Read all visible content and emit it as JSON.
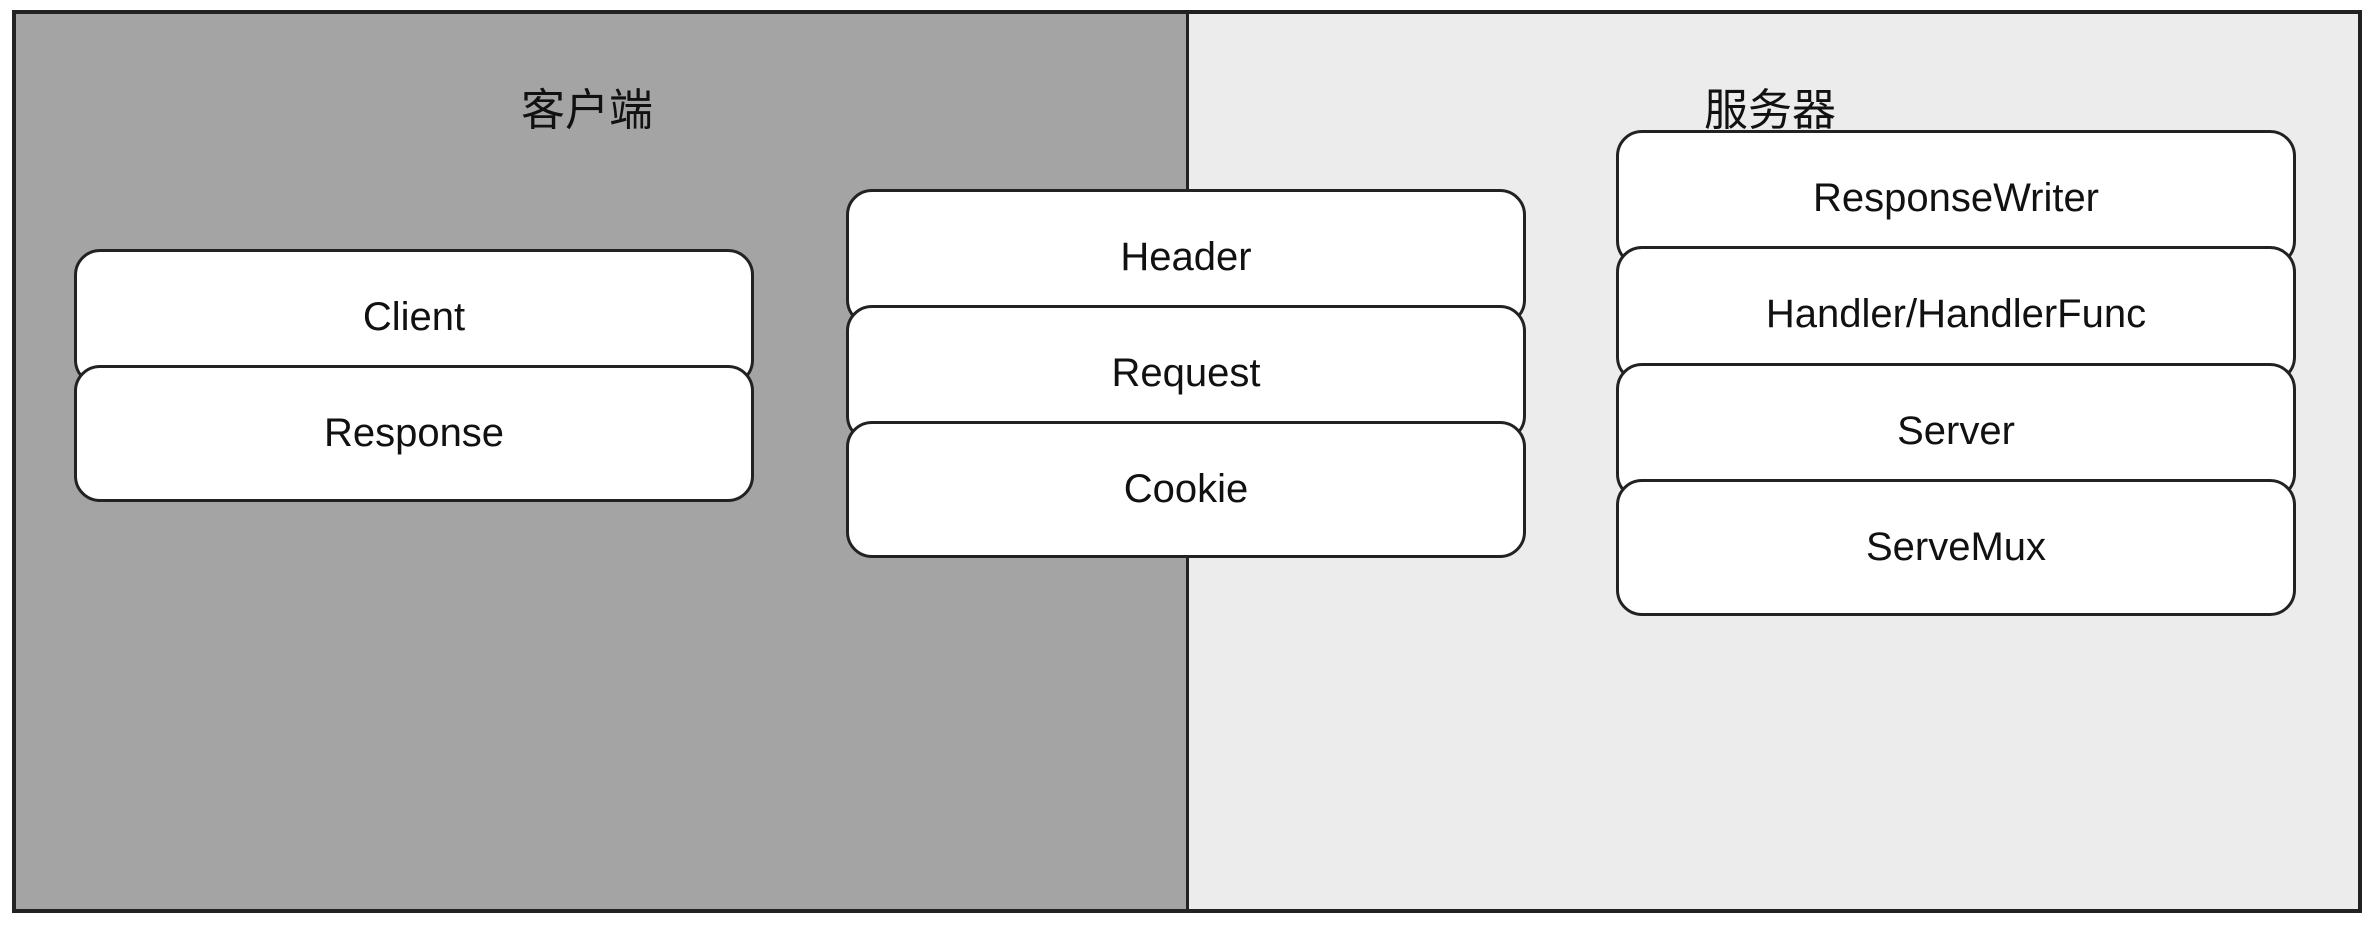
{
  "client": {
    "title": "客户端",
    "items": [
      "Client",
      "Response"
    ]
  },
  "shared": {
    "items": [
      "Header",
      "Request",
      "Cookie"
    ]
  },
  "server": {
    "title": "服务器",
    "items": [
      "ResponseWriter",
      "Handler/HandlerFunc",
      "Server",
      "ServeMux"
    ]
  },
  "colors": {
    "client_background": "#a4a4a4",
    "server_background": "#ececec",
    "box_fill": "#ffffff",
    "border": "#222222"
  }
}
